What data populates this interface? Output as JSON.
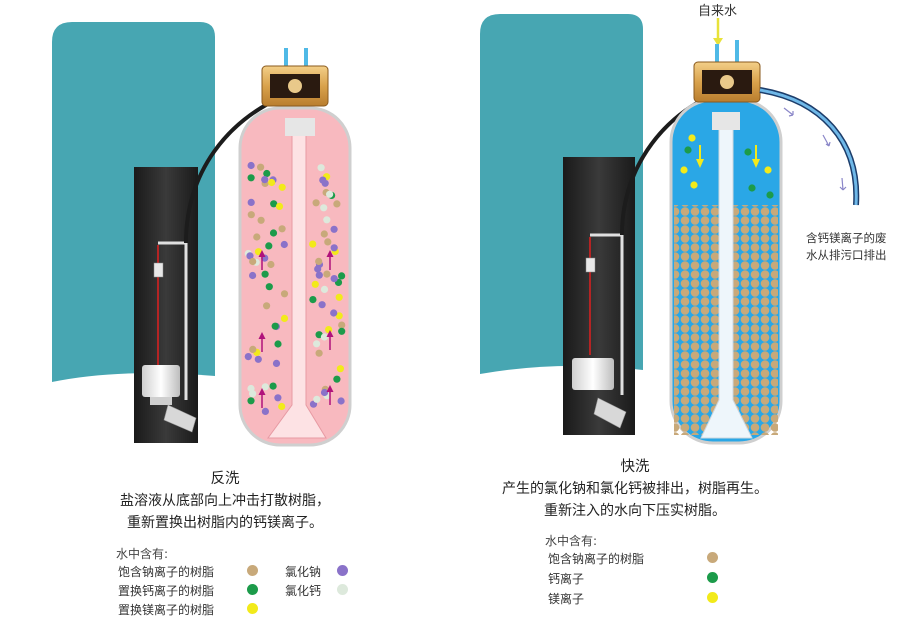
{
  "colors": {
    "teal": "#47a6b2",
    "tank_black": "#2b2b2b",
    "pink_fill": "#f8b9bf",
    "blue_fill": "#2aa7e6",
    "resin": "#c8a97a",
    "calcium": "#1c9b4a",
    "magnesium": "#f2ea1a",
    "sodium_chloride": "#8a72c9",
    "calcium_chloride": "#dde9dc",
    "arrow_magenta": "#b0127b",
    "valve_gold": "#e0b05a"
  },
  "left": {
    "title": "反洗",
    "line1": "盐溶液从底部向上冲击打散树脂，",
    "line2": "重新置换出树脂内的钙镁离子。",
    "legend_header": "水中含有:",
    "legend": [
      {
        "label": "饱含钠离子的树脂",
        "color": "#c8a97a"
      },
      {
        "label": "置换钙离子的树脂",
        "color": "#1c9b4a"
      },
      {
        "label": "置换镁离子的树脂",
        "color": "#f2ea1a"
      },
      {
        "label": "氯化钠",
        "color": "#8a72c9"
      },
      {
        "label": "氯化钙",
        "color": "#dde9dc"
      }
    ]
  },
  "right": {
    "top_label": "自来水",
    "drain_note_1": "含钙镁离子的废",
    "drain_note_2": "水从排污口排出",
    "title": "快洗",
    "line1": "产生的氯化钠和氯化钙被排出，树脂再生。",
    "line2": "重新注入的水向下压实树脂。",
    "legend_header": "水中含有:",
    "legend": [
      {
        "label": "饱含钠离子的树脂",
        "color": "#c8a97a"
      },
      {
        "label": "钙离子",
        "color": "#1c9b4a"
      },
      {
        "label": "镁离子",
        "color": "#f2ea1a"
      }
    ]
  }
}
